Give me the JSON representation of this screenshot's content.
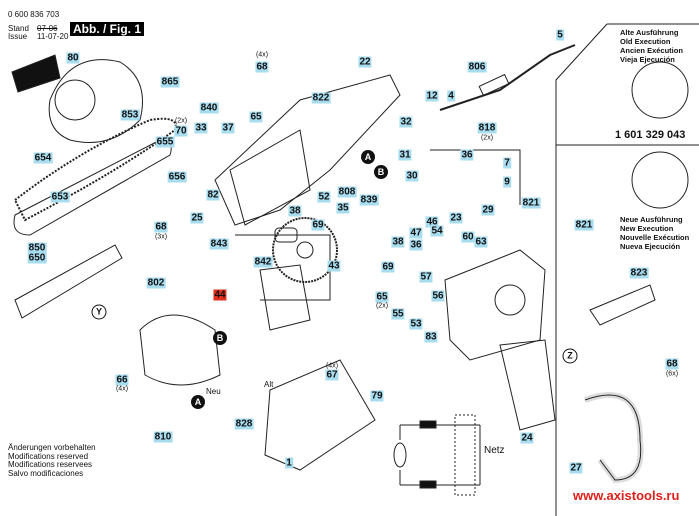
{
  "header": {
    "doc_number": "0 600 836 703",
    "stand_label": "Stand",
    "issue_label": "Issue",
    "old_date": "07-06",
    "date": "11-07-20",
    "figure_label": "Abb. / Fig. 1"
  },
  "part_labels": [
    "80",
    "865",
    "68",
    "822",
    "22",
    "806",
    "5",
    "12",
    "4",
    "840",
    "33",
    "37",
    "853",
    "70",
    "65",
    "32",
    "818",
    "655",
    "31",
    "654",
    "656",
    "36",
    "7",
    "30",
    "9",
    "35",
    "808",
    "839",
    "821",
    "653",
    "82",
    "38",
    "52",
    "69",
    "25",
    "68",
    "29",
    "23",
    "46",
    "47",
    "54",
    "36",
    "38",
    "60",
    "63",
    "850",
    "650",
    "843",
    "842",
    "43",
    "69",
    "57",
    "65",
    "56",
    "55",
    "53",
    "83",
    "802",
    "823",
    "44",
    "68",
    "66",
    "67",
    "79",
    "828",
    "810",
    "24",
    "27",
    "1",
    "821"
  ],
  "quantities": {
    "q68a": "(4x)",
    "q70": "(2x)",
    "q818": "(2x)",
    "q68b": "(3x)",
    "q65": "(2x)",
    "q68c": "(6x)",
    "q66": "(4x)",
    "q67": "(4x)"
  },
  "markers": {
    "a1": "A",
    "b1": "B",
    "y": "Y",
    "b2": "B",
    "a2": "A",
    "z": "Z"
  },
  "annotations": {
    "neu": "Neu",
    "alt": "Alt",
    "netz": "Netz"
  },
  "inset": {
    "old_execution": [
      "Alte Ausführung",
      "Old Execution",
      "Ancien Exécution",
      "Vieja Ejecución"
    ],
    "part_number": "1 601 329 043",
    "new_execution": [
      "Neue Ausführung",
      "New Execution",
      "Nouvelle Exécution",
      "Nueva Ejecución"
    ]
  },
  "footer": {
    "notes": [
      "Änderungen vorbehalten",
      "Modifications reserved",
      "Modifications reservees",
      "Salvo modificaciones"
    ],
    "website": "www.axistools.ru"
  },
  "colors": {
    "label_bg": "#a8dcef",
    "highlight_label": "#e0301e",
    "website": "#e0201a"
  }
}
